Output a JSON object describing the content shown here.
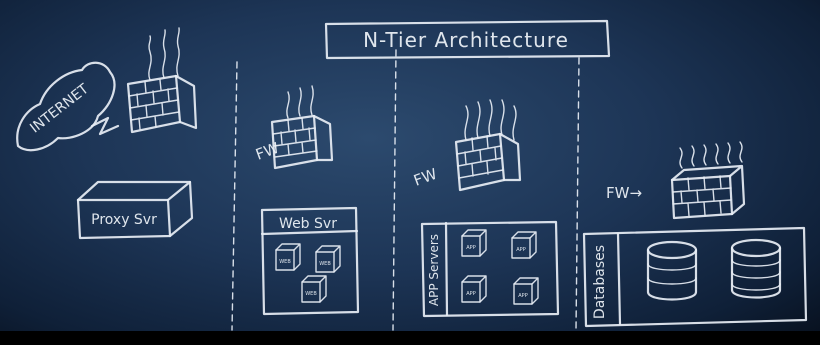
{
  "title": "N-Tier Architecture",
  "internet_label": "INTERNET",
  "proxy_label": "Proxy Svr",
  "fw_labels": [
    "FW",
    "FW",
    "FW→"
  ],
  "web_server_label": "Web Svr",
  "app_servers_label": "APP Servers",
  "databases_label": "Databases",
  "web_box_labels": [
    "WEB",
    "WEB",
    "WEB"
  ],
  "app_box_labels": [
    "APP",
    "APP",
    "APP",
    "APP"
  ],
  "colors": {
    "chalk": "#e8eef5",
    "board": "#1d3556"
  }
}
